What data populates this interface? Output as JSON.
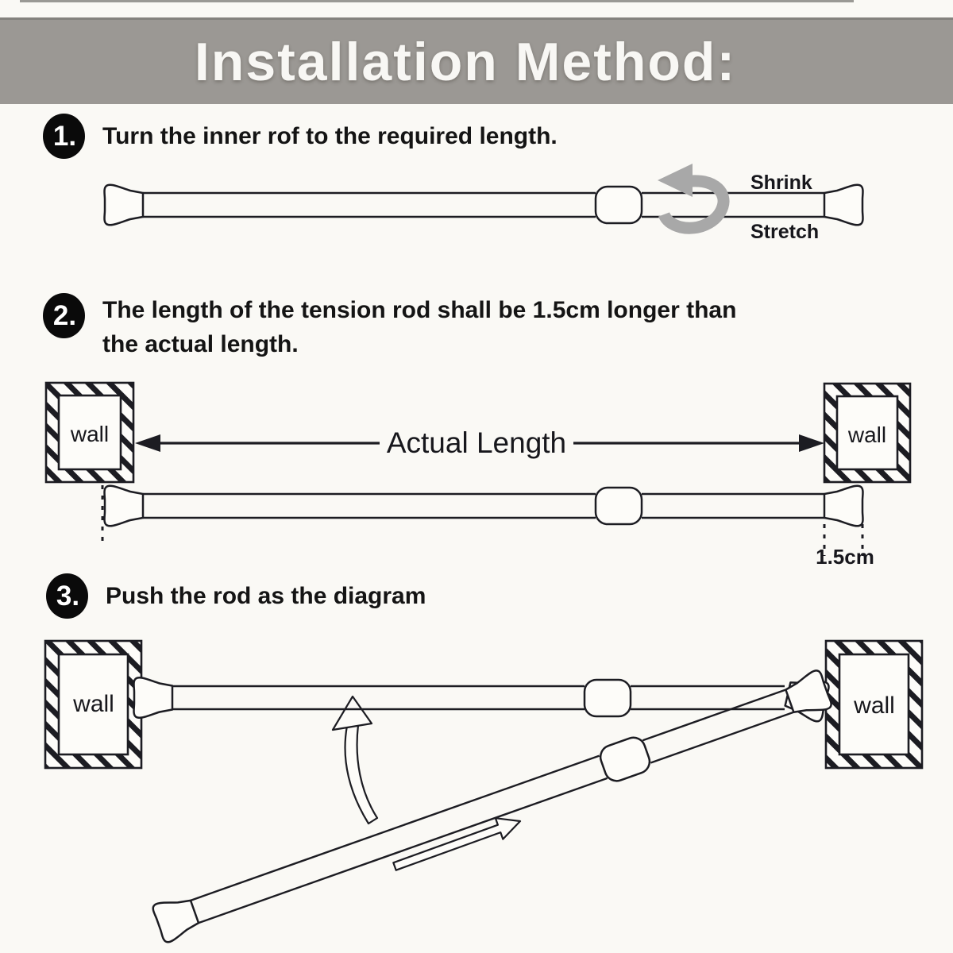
{
  "banner": {
    "title": "Installation Method:",
    "background": "#9b9894",
    "text_color": "#f8f7f4"
  },
  "steps": [
    {
      "number": "1.",
      "lines": [
        "Turn the inner rof to the required length."
      ]
    },
    {
      "number": "2.",
      "lines": [
        "The length of the tension rod shall be 1.5cm longer than",
        "the actual length."
      ]
    },
    {
      "number": "3.",
      "lines": [
        "Push the rod as the diagram"
      ]
    }
  ],
  "labels": {
    "shrink": "Shrink",
    "stretch": "Stretch",
    "wall": "wall",
    "actual_length": "Actual Length",
    "offset": "1.5cm"
  },
  "colors": {
    "ink": "#1c1c22",
    "gray_arrow": "#a8a8a8",
    "background": "#faf9f5"
  }
}
